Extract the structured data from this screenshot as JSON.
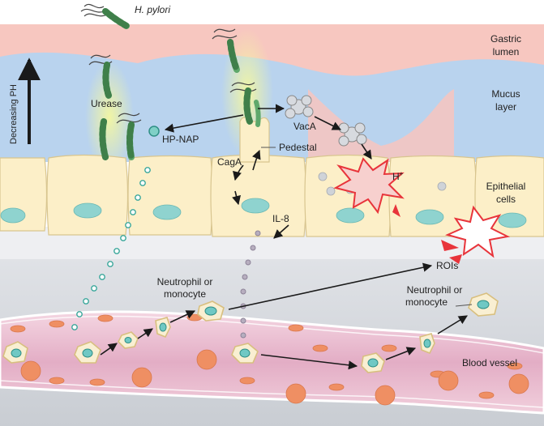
{
  "labels": {
    "h_pylori": "H. pylori",
    "gastric": "Gastric",
    "lumen": "lumen",
    "mucus": "Mucus",
    "layer": "layer",
    "decreasing_ph": "Decreasing PH",
    "urease": "Urease",
    "vaca": "VacA",
    "hp_nap": "HP-NAP",
    "pedestal": "Pedestal",
    "caga": "CagA",
    "h_plus": "H",
    "h_plus_sup": "+",
    "epithelial": "Epithelial",
    "cells": "cells",
    "il8": "IL-8",
    "rois": "ROIs",
    "neutrophil_left_1": "Neutrophil or",
    "neutrophil_left_2": "monocyte",
    "neutrophil_right_1": "Neutrophil or",
    "neutrophil_right_2": "monocyte",
    "blood_vessel": "Blood vessel"
  },
  "colors": {
    "lumen": "#f7c7c0",
    "mucus": "#b9d3ee",
    "epithelium": "#fcefc8",
    "nucleus": "#8fd3cf",
    "vessel": "#e8b9cc",
    "rbc": "#ef8f63",
    "bacterium": "#5fa86b",
    "burst": "#e8343b"
  }
}
